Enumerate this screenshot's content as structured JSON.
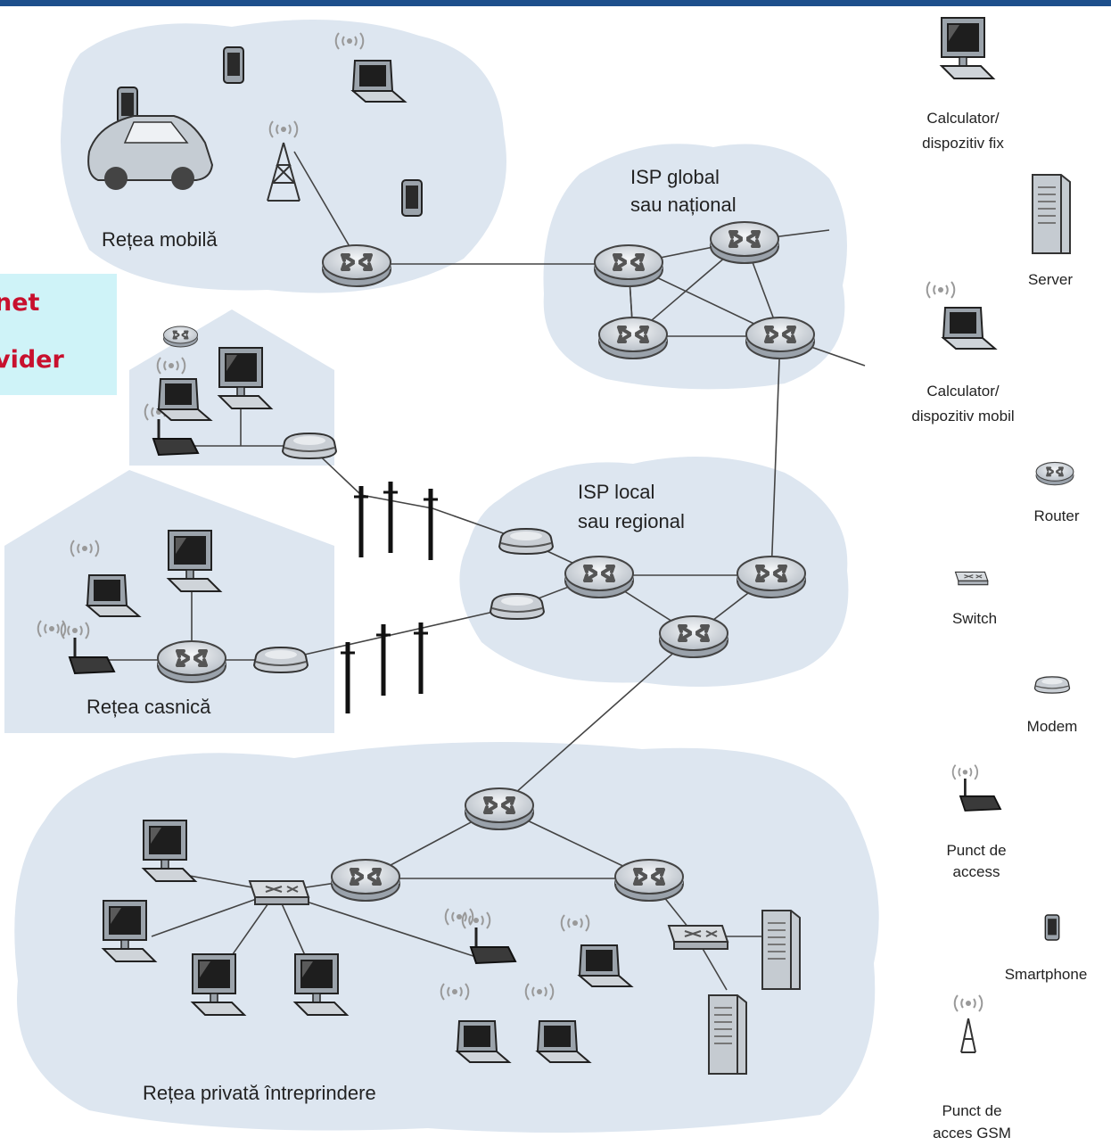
{
  "callout": {
    "line1": "net",
    "line2": "vider"
  },
  "regions": {
    "mobile": "Rețea mobilă",
    "global_isp_line1": "ISP global",
    "global_isp_line2": "sau național",
    "local_isp_line1": "ISP local",
    "local_isp_line2": "sau regional",
    "home": "Rețea casnică",
    "enterprise": "Rețea privată întreprindere"
  },
  "legend": {
    "fixed_line1": "Calculator/",
    "fixed_line2": "dispozitiv fix",
    "server": "Server",
    "mobile_line1": "Calculator/",
    "mobile_line2": "dispozitiv mobil",
    "router": "Router",
    "switch": "Switch",
    "modem": "Modem",
    "ap_line1": "Punct de",
    "ap_line2": "access",
    "smartphone": "Smartphone",
    "gsm_line1": "Punct de",
    "gsm_line2": "acces GSM"
  },
  "colors": {
    "cloud": "#dde6f0",
    "router": "#d4d8dd",
    "accent": "#c8102e",
    "callout_bg": "#cff3f8",
    "top_bar": "#1d4f8c"
  }
}
